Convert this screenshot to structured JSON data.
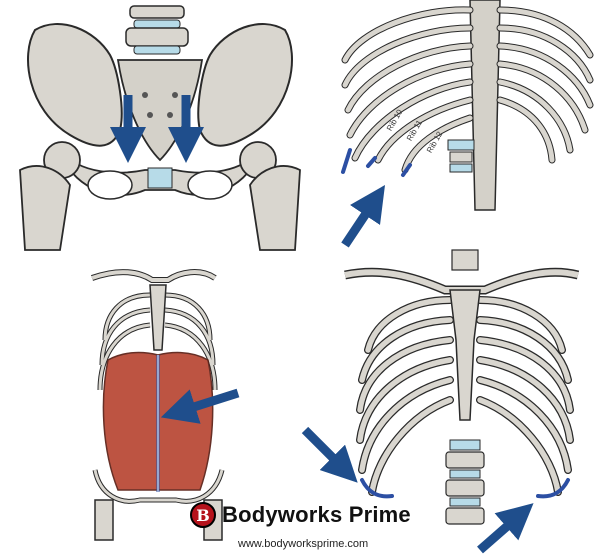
{
  "brand": {
    "name": "Bodyworks Prime",
    "logo_letter": "B",
    "url": "www.bodyworksprime.com"
  },
  "rib_labels": [
    "Rib 10",
    "Rib 11",
    "Rib 12"
  ],
  "colors": {
    "arrow": "#1f4e8c",
    "bone": "#d9d6cf",
    "bone_outline": "#2a2a2a",
    "muscle": "#b84632",
    "highlight_blue": "#2c4fa3",
    "logo_red": "#b5121b"
  }
}
